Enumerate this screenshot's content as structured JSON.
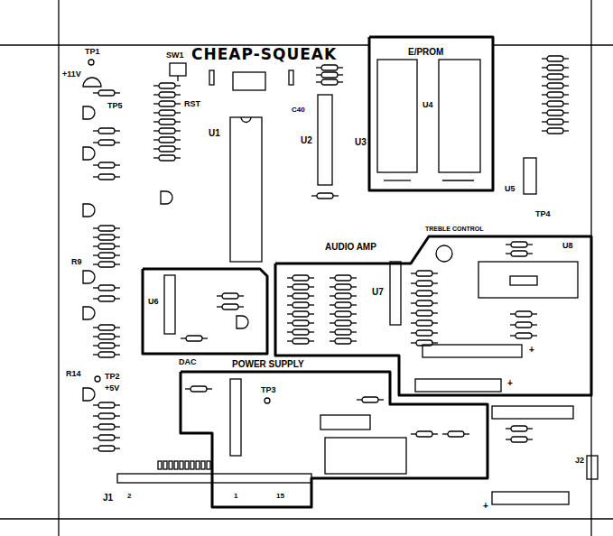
{
  "diagram": {
    "title": "CHEAP-SQUEAK",
    "nodes": [
      {
        "text": [
          "E/PROM"
        ]
      },
      {
        "text": [
          "DAC"
        ]
      },
      {
        "text": [
          "AUDIO AMP"
        ]
      },
      {
        "text": [
          "POWER SUPPLY"
        ]
      }
    ],
    "labels": [
      "TP1",
      "SW1",
      "+11V",
      "TP5",
      "RST",
      "U1",
      "C40",
      "U2",
      "U3",
      "U4",
      "U5",
      "TP4",
      "TREBLE CONTROL",
      "U8",
      "U6",
      "U7",
      "R9",
      "R14",
      "TP2",
      "+5V",
      "TP3",
      "+",
      "+",
      "+",
      "J2",
      "J1",
      "2",
      "1",
      "15"
    ]
  }
}
